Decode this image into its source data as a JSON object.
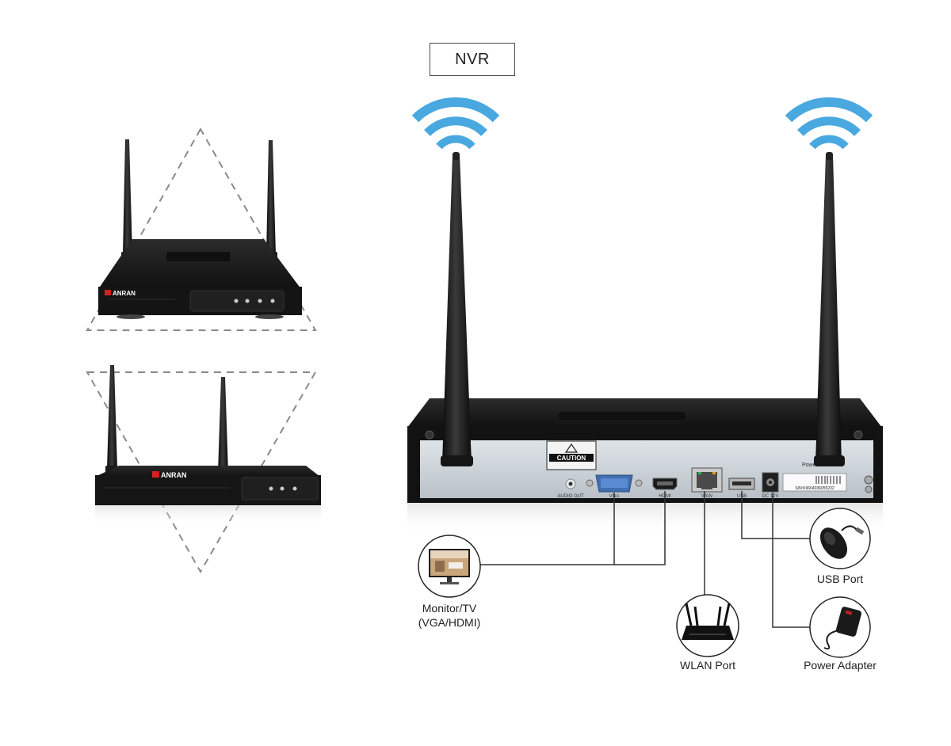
{
  "title": "NVR",
  "brand_top": "ANRAN",
  "brand_bottom": "ANRAN",
  "caution_label": "CAUTION",
  "power_label": "Power",
  "serial_label": "S/N:K9604036055232",
  "ports": [
    {
      "id": "audio",
      "label": "AUDIO OUT"
    },
    {
      "id": "vga",
      "label": "VGA"
    },
    {
      "id": "hdmi",
      "label": "HDMI"
    },
    {
      "id": "wan",
      "label": "WAN"
    },
    {
      "id": "usb",
      "label": "USB"
    },
    {
      "id": "dc",
      "label": "DC 12V"
    }
  ],
  "callouts": {
    "monitor": {
      "line1": "Monitor/TV",
      "line2": "(VGA/HDMI)"
    },
    "wlan": {
      "label": "WLAN Port"
    },
    "usb": {
      "label": "USB Port"
    },
    "power": {
      "label": "Power Adapter"
    }
  },
  "colors": {
    "wifi": "#4aa8e0",
    "device": "#1a1a1a",
    "panel": "#cfd6dc",
    "vga_blue": "#3f6fb0",
    "line": "#333333",
    "dash": "#8a8a8a"
  },
  "icons": [
    "wifi-signal-icon",
    "monitor-icon",
    "router-icon",
    "mouse-icon",
    "power-adapter-icon"
  ]
}
